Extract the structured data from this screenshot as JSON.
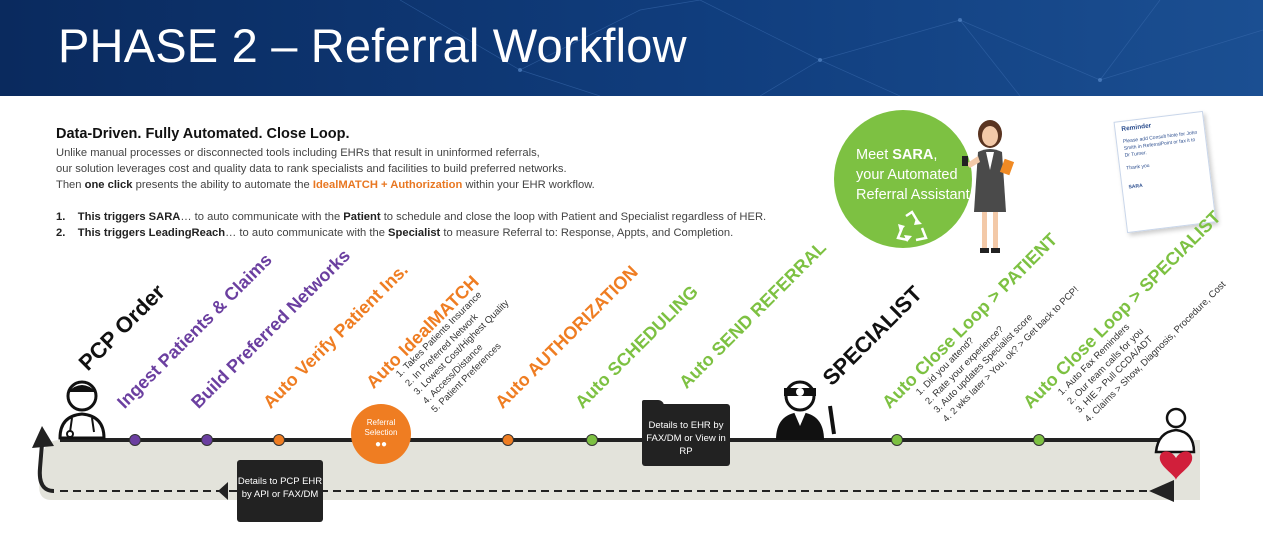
{
  "header": {
    "title": "PHASE 2 – Referral Workflow"
  },
  "intro": {
    "heading": "Data-Driven. Fully Automated. Close Loop.",
    "line1": "Unlike manual processes or disconnected tools including EHRs that result in uninformed referrals,",
    "line2": "our solution leverages cost and quality data to rank specialists and facilities to build preferred networks.",
    "line3_a": "Then ",
    "line3_b": "one click",
    "line3_c": " presents the ability to automate the ",
    "line3_d": "IdealMATCH + Authorization",
    "line3_e": " within your EHR workflow."
  },
  "triggers": [
    {
      "num": "1.",
      "lead": "This triggers SARA",
      "a": "… to auto communicate with the ",
      "b": "Patient",
      "c": " to schedule and close the loop with Patient and Specialist regardless of HER."
    },
    {
      "num": "2.",
      "lead": "This triggers LeadingReach",
      "a": "… to auto communicate with the ",
      "b": "Specialist",
      "c": " to measure Referral to:  Response, Appts, and Completion."
    }
  ],
  "sara": {
    "meet": "Meet ",
    "name": "SARA",
    "comma": ",",
    "line2": "your Automated",
    "line3": "Referral Assistant"
  },
  "reminder": {
    "title": "Reminder",
    "body": "Please add Consult Note for John Smith in ReferralPoint or fax it to Dr Turner.",
    "thanks": "Thank you",
    "sign": "SARA"
  },
  "steps": {
    "pcp": "PCP Order",
    "ingest": "Ingest Patients & Claims",
    "networks": "Build Preferred Networks",
    "verify": "Auto Verify Patient Ins.",
    "ideal": "Auto IdealMATCH",
    "auth": "Auto AUTHORIZATION",
    "sched": "Auto SCHEDULING",
    "send": "Auto SEND REFERRAL",
    "specialist": "SPECIALIST",
    "close_patient": "Auto Close Loop > PATIENT",
    "close_specialist": "Auto Close Loop > SPECIALIST"
  },
  "ideal_list": [
    "1. Takes Patients Insurance",
    "2. In Preferred Network",
    "3. Lowest Cost/Highest Quality",
    "4. Access/Distance",
    "5. Patient Preferences"
  ],
  "patient_list": [
    "1. Did you attend?",
    "2. Rate your experience?",
    "3. Auto updates Specialist score",
    "4. 2 wks later > You, ok? > Get back to PCP!"
  ],
  "specialist_list": [
    "1. Auto Fax Reminders",
    "2. Our team calls for you",
    "3. HIE > Pull CCDA/ADT",
    "4. Claims > Show, Diagnosis, Procedure, Cost"
  ],
  "referral_selection": "Referral Selection",
  "callout_ehr": "Details to EHR by FAX/DM or View in RP",
  "callout_pcp": "Details to PCP EHR by API or FAX/DM",
  "colors": {
    "purple": "#6b3fa0",
    "orange": "#ef7d22",
    "green": "#7dc142",
    "navy": "#0f3b7a"
  }
}
